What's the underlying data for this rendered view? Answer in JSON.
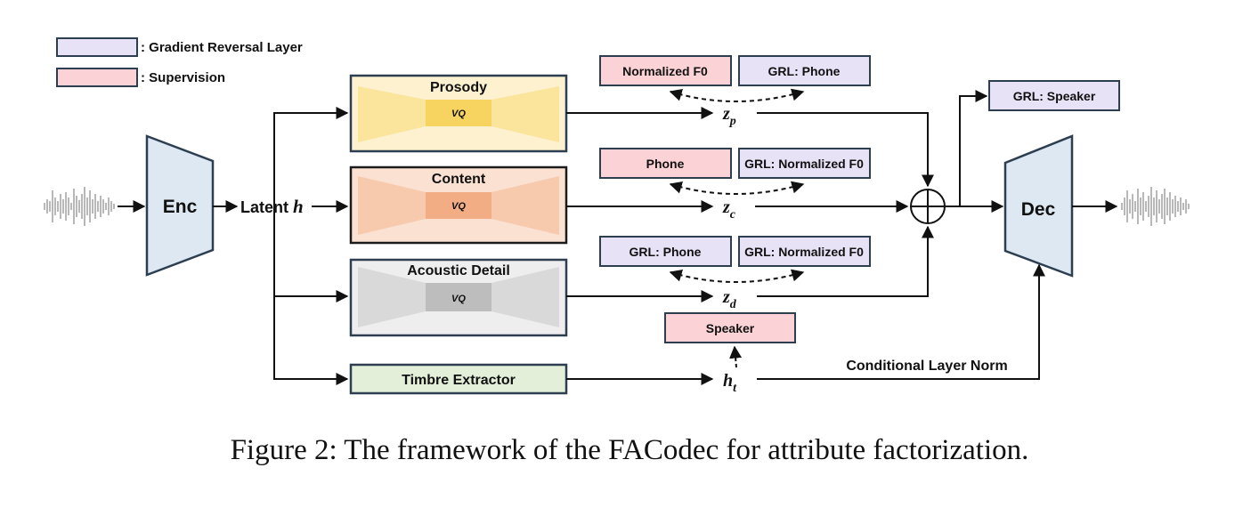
{
  "legend": {
    "grl": {
      "label": ": Gradient Reversal Layer",
      "color": "#e8e2f6"
    },
    "supervision": {
      "label": ": Supervision",
      "color": "#fbd3d6"
    }
  },
  "encoder": {
    "label": "Enc",
    "color": "#dde8f3"
  },
  "decoder": {
    "label": "Dec",
    "color": "#dde8f3"
  },
  "latent": {
    "label": "Latent ",
    "var": "h"
  },
  "branches": {
    "prosody": {
      "title": "Prosody",
      "vq": "VQ",
      "bg": "#fdf1cf",
      "wing": "#fbe49c",
      "core": "#f7d45f"
    },
    "content": {
      "title": "Content",
      "vq": "VQ",
      "bg": "#fbe1d2",
      "wing": "#f7c9ad",
      "core": "#f2ad84"
    },
    "acoustic": {
      "title": "Acoustic Detail",
      "vq": "VQ",
      "bg": "#eeeeee",
      "wing": "#d9d9d9",
      "core": "#bdbdbd"
    }
  },
  "timbre": {
    "label": "Timbre Extractor",
    "color": "#e4efd9"
  },
  "codes": {
    "zp": {
      "main": "z",
      "sub": "p"
    },
    "zc": {
      "main": "z",
      "sub": "c"
    },
    "zd": {
      "main": "z",
      "sub": "d"
    },
    "ht": {
      "main": "h",
      "sub": "t"
    }
  },
  "supervision_boxes": {
    "prosody": [
      "Normalized F0",
      "GRL: Phone"
    ],
    "content": [
      "Phone",
      "GRL: Normalized F0"
    ],
    "acoustic": [
      "GRL: Phone",
      "GRL: Normalized F0"
    ],
    "timbre": [
      "Speaker"
    ],
    "output": [
      "GRL: Speaker"
    ]
  },
  "conditional_label": "Conditional Layer Norm",
  "caption": "Figure 2: The framework of the FACodec for attribute factorization."
}
